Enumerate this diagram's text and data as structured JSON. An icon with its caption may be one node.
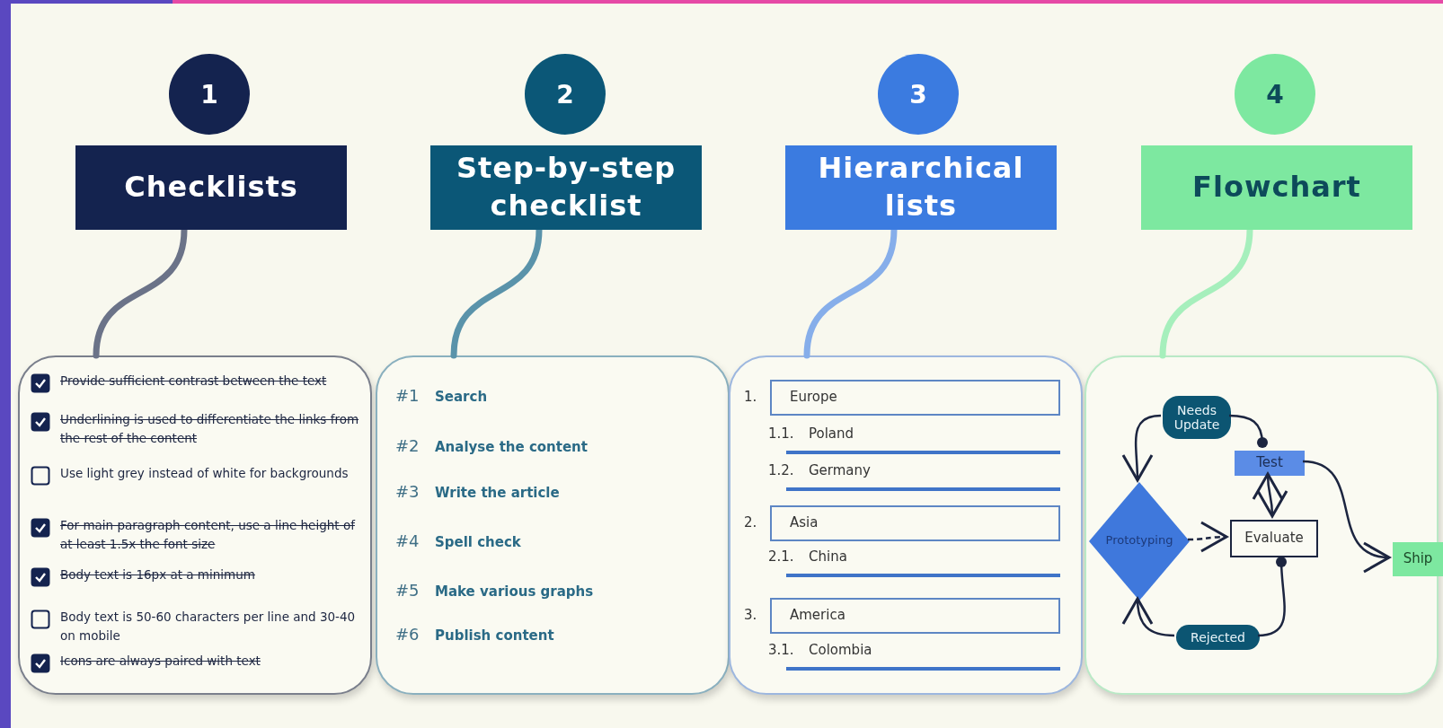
{
  "diagram": {
    "nodes": [
      {
        "text": [
          "1"
        ]
      },
      {
        "text": [
          "Checklists"
        ]
      },
      {
        "text": [],
        "shape": "box"
      },
      {
        "text": [
          "Provide sufficient contrast between the text"
        ],
        "in": 2
      },
      {
        "text": [
          "Underlining is used to differentiate the links from the rest of the content"
        ],
        "in": 2
      },
      {
        "text": [
          "Use light grey instead of white for backgrounds"
        ],
        "in": 2
      },
      {
        "text": [
          "For main paragraph content, use a line height of at least 1.5x the font size"
        ],
        "in": 2
      },
      {
        "text": [
          "Body text is 16px at a minimum"
        ],
        "in": 2
      },
      {
        "text": [
          "Body text is 50-60 characters per line and 30-40 on mobile"
        ],
        "in": 2
      },
      {
        "text": [
          "Icons are always paired with text"
        ],
        "in": 2
      },
      {
        "text": [
          "2"
        ]
      },
      {
        "text": [
          "Step-by-step checklist"
        ]
      },
      {
        "text": [],
        "shape": "box"
      },
      {
        "text": [
          "#1",
          "Search"
        ],
        "in": 12
      },
      {
        "text": [
          "#2",
          "Analyse the content"
        ],
        "in": 12
      },
      {
        "text": [
          "#3",
          "Write the article"
        ],
        "in": 12
      },
      {
        "text": [
          "#4",
          "Spell check"
        ],
        "in": 12
      },
      {
        "text": [
          "#5",
          "Make various graphs"
        ],
        "in": 12
      },
      {
        "text": [
          "#6",
          "Publish content"
        ],
        "in": 12
      },
      {
        "text": [
          "3"
        ]
      },
      {
        "text": [
          "Hierarchical lists"
        ]
      },
      {
        "text": [],
        "shape": "box"
      },
      {
        "text": [
          "1.",
          "Europe"
        ],
        "in": 21
      },
      {
        "text": [
          "1.1.",
          "Poland"
        ],
        "in": 21
      },
      {
        "text": [
          "1.2.",
          "Germany"
        ],
        "in": 21
      },
      {
        "text": [
          "2.",
          "Asia"
        ],
        "in": 21
      },
      {
        "text": [
          "2.1.",
          "China"
        ],
        "in": 21
      },
      {
        "text": [
          "3.",
          "America"
        ],
        "in": 21
      },
      {
        "text": [
          "3.1.",
          "Colombia"
        ],
        "in": 21
      },
      {
        "text": [
          "4"
        ]
      },
      {
        "text": [
          "Flowchart"
        ]
      },
      {
        "text": [],
        "shape": "box"
      },
      {
        "text": [
          "Needs Update"
        ],
        "in": 31
      },
      {
        "text": [
          "Test"
        ],
        "in": 31
      },
      {
        "text": [
          "Prototyping"
        ],
        "in": 31
      },
      {
        "text": [
          "Evaluate"
        ],
        "in": 31
      },
      {
        "text": [
          "Ship"
        ],
        "in": 31
      },
      {
        "text": [
          "Rejected"
        ],
        "in": 31
      }
    ],
    "edges": [
      {
        "from": 1,
        "to": 2,
        "arrow": "none",
        "style": "thick",
        "color": "#6b7388"
      },
      {
        "from": 11,
        "to": 12,
        "arrow": "none",
        "style": "thick",
        "color": "#5a93aa"
      },
      {
        "from": 20,
        "to": 21,
        "arrow": "none",
        "style": "thick",
        "color": "#86aeea"
      },
      {
        "from": 30,
        "to": 31,
        "arrow": "none",
        "style": "thick",
        "color": "#a6efbc"
      },
      {
        "from": 32,
        "to": 34,
        "arrow": "to"
      },
      {
        "from": 32,
        "to": 33,
        "arrow": "other"
      },
      {
        "from": 33,
        "to": 35,
        "arrow": "both"
      },
      {
        "from": 34,
        "to": 35,
        "arrow": "to",
        "style": "dashed"
      },
      {
        "from": 37,
        "to": 35,
        "arrow": "other"
      },
      {
        "from": 37,
        "to": 34,
        "arrow": "to"
      },
      {
        "from": 33,
        "to": 36,
        "arrow": "to"
      }
    ]
  }
}
